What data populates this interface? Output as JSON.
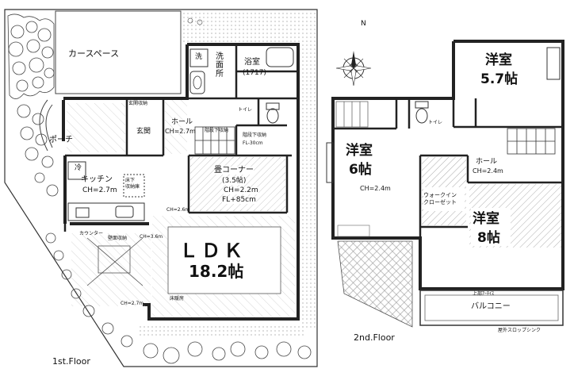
{
  "floors": [
    {
      "label": "1st.Floor"
    },
    {
      "label": "2nd.Floor"
    }
  ],
  "first_floor": {
    "carport": "カースペース",
    "washroom": "洗\n面\n所",
    "washroom_laundry": "洗",
    "bath_name": "浴室",
    "bath_size": "(1717)",
    "toilet": "トイレ",
    "shoe_storage": "玄関収納",
    "entrance": "玄関",
    "porch": "ポーチ",
    "hall_name": "ホール",
    "hall_ceiling": "CH=2.7m",
    "under_stair_storage": "階段下収納",
    "under_stair_storage2": "階段下収納",
    "under_stair_fl": "FL-30cm",
    "kitchen_name": "キッチン",
    "kitchen_ceiling": "CH=2.7m",
    "fridge": "冷",
    "floor_storage": "床下\n収納庫",
    "tatami_name": "畳コーナー",
    "tatami_size": "(3.5帖)",
    "tatami_ceiling": "CH=2.2m",
    "tatami_fl": "FL+85cm",
    "ldk_name": "ＬＤＫ",
    "ldk_size": "18.2帖",
    "ch_labels": [
      "CH=2.6m",
      "CH=3.6m",
      "CH=2.7m"
    ],
    "floor_heating": "床暖房",
    "counter": "カウンター",
    "wall_shelf": "壁面収納"
  },
  "second_floor": {
    "room1_name": "洋室",
    "room1_size": "5.7帖",
    "room2_name": "洋室",
    "room2_size": "6帖",
    "room2_ceiling": "CH=2.4m",
    "room3_name": "洋室",
    "room3_size": "8帖",
    "hall_name": "ホール",
    "hall_ceiling": "CH=2.4m",
    "walk_in_closet": "ウォークイン\nクローゼット",
    "toilet": "トイレ",
    "balcony": "バルコニー",
    "upper_shelf": "上部ｱｰﾁｲｽ",
    "outdoor_faucet": "屋外スロップシンク"
  },
  "compass_letter": "N"
}
